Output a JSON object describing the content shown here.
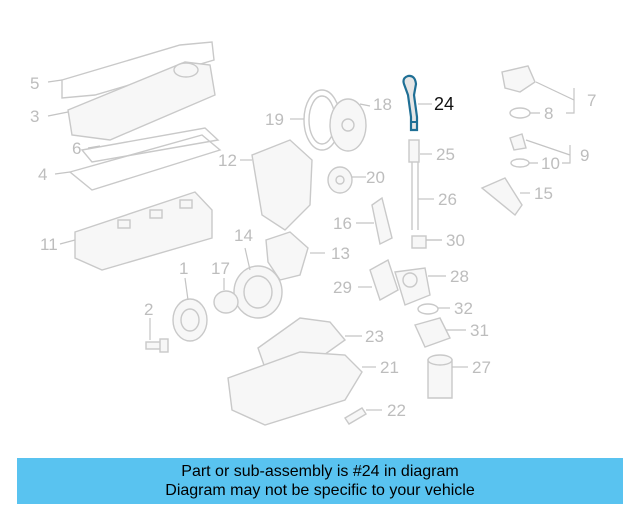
{
  "diagram": {
    "highlighted_part": "24",
    "highlight_color": "#1f6f95",
    "labels": {
      "l1": "1",
      "l2": "2",
      "l3": "3",
      "l4": "4",
      "l5": "5",
      "l6": "6",
      "l7": "7",
      "l8": "8",
      "l9": "9",
      "l10": "10",
      "l11": "11",
      "l12": "12",
      "l13": "13",
      "l14": "14",
      "l15": "15",
      "l16": "16",
      "l17": "17",
      "l18": "18",
      "l19": "19",
      "l20": "20",
      "l21": "21",
      "l22": "22",
      "l23": "23",
      "l24": "24",
      "l25": "25",
      "l26": "26",
      "l27": "27",
      "l28": "28",
      "l29": "29",
      "l30": "30",
      "l31": "31",
      "l32": "32"
    }
  },
  "banner": {
    "line1": "Part or sub-assembly is #24 in diagram",
    "line2": "Diagram may not be specific to your vehicle",
    "background": "#59c3f0"
  }
}
